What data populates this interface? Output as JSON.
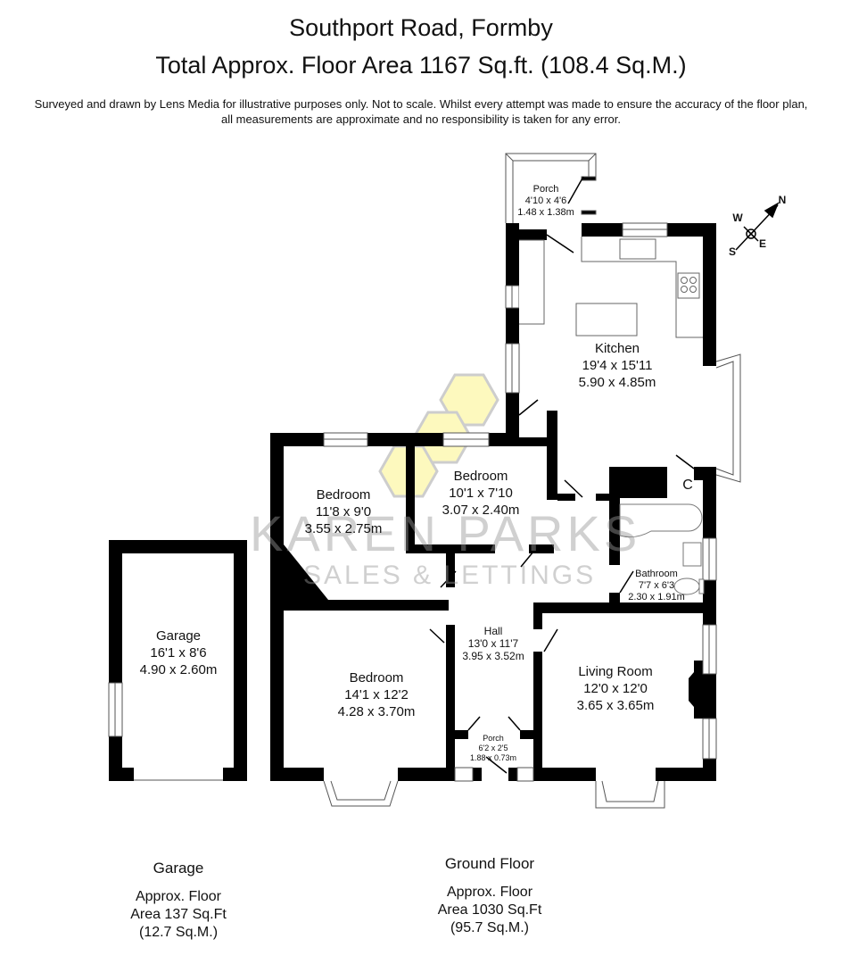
{
  "header": {
    "title": "Southport Road, Formby",
    "total_area": "Total Approx. Floor Area 1167 Sq.ft. (108.4 Sq.M.)",
    "disclaimer_line1": "Surveyed and drawn by Lens Media for illustrative purposes only. Not to scale. Whilst every attempt was made to ensure the accuracy of the floor plan,",
    "disclaimer_line2": "all measurements are approximate and no responsibility is taken for any error."
  },
  "compass": {
    "n": "N",
    "e": "E",
    "s": "S",
    "w": "W"
  },
  "watermark": {
    "line1": "KAREN PARKS",
    "line2": "SALES & LETTINGS",
    "hex_color": "#fdf9b8"
  },
  "rooms": {
    "porch_rear": {
      "name": "Porch",
      "imperial": "4'10 x 4'6",
      "metric": "1.48 x 1.38m"
    },
    "kitchen": {
      "name": "Kitchen",
      "imperial": "19'4 x 15'11",
      "metric": "5.90 x 4.85m"
    },
    "cupboard": {
      "name": "C"
    },
    "bedroom_2": {
      "name": "Bedroom",
      "imperial": "11'8 x 9'0",
      "metric": "3.55 x 2.75m"
    },
    "bedroom_3": {
      "name": "Bedroom",
      "imperial": "10'1 x 7'10",
      "metric": "3.07 x 2.40m"
    },
    "bathroom": {
      "name": "Bathroom",
      "imperial": "7'7 x 6'3",
      "metric": "2.30 x 1.91m"
    },
    "hall": {
      "name": "Hall",
      "imperial": "13'0 x 11'7",
      "metric": "3.95 x 3.52m"
    },
    "porch_front": {
      "name": "Porch",
      "imperial": "6'2 x 2'5",
      "metric": "1.88 x 0.73m"
    },
    "bedroom_1": {
      "name": "Bedroom",
      "imperial": "14'1 x 12'2",
      "metric": "4.28 x 3.70m"
    },
    "living_room": {
      "name": "Living Room",
      "imperial": "12'0 x 12'0",
      "metric": "3.65 x 3.65m"
    },
    "garage": {
      "name": "Garage",
      "imperial": "16'1 x 8'6",
      "metric": "4.90 x 2.60m"
    }
  },
  "footer": {
    "garage": {
      "title": "Garage",
      "line1": "Approx. Floor",
      "line2": "Area 137 Sq.Ft",
      "line3": "(12.7 Sq.M.)"
    },
    "ground": {
      "title": "Ground Floor",
      "line1": "Approx. Floor",
      "line2": "Area 1030 Sq.Ft",
      "line3": "(95.7 Sq.M.)"
    }
  }
}
